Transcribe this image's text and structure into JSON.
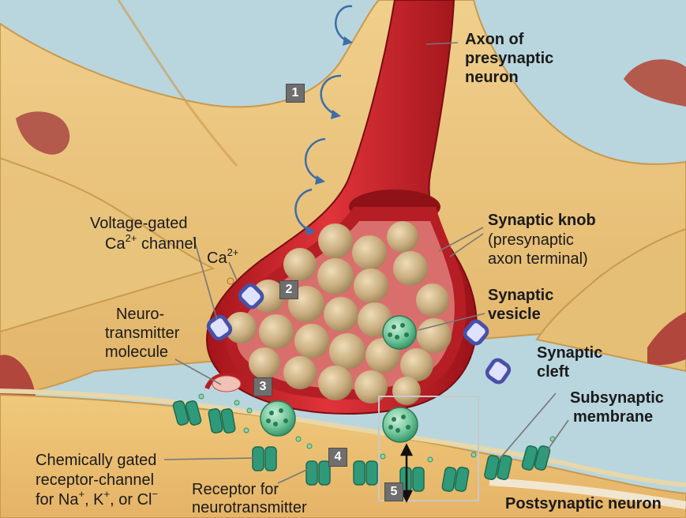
{
  "labels": {
    "axon": [
      "Axon of",
      "presynaptic",
      "neuron"
    ],
    "vg_channel": {
      "line1": "Voltage-gated",
      "line2_pre": "Ca",
      "line2_sup": "2+",
      "line2_post": " channel"
    },
    "ca_ion": {
      "base": "Ca",
      "sup": "2+"
    },
    "neurotransmitter": [
      "Neuro-",
      "transmitter",
      "molecule"
    ],
    "synaptic_knob_title": "Synaptic knob",
    "synaptic_knob_sub": [
      "(presynaptic",
      "axon terminal)"
    ],
    "synaptic_vesicle": [
      "Synaptic",
      "vesicle"
    ],
    "synaptic_cleft": [
      "Synaptic",
      "cleft"
    ],
    "subsynaptic": [
      "Subsynaptic",
      "membrane"
    ],
    "chem_gated": {
      "line1": "Chemically gated",
      "line2": "receptor-channel",
      "line3_a": "for Na",
      "sup_na": "+",
      "line3_b": ", K",
      "sup_k": "+",
      "line3_c": ", or Cl",
      "sup_cl": "−"
    },
    "receptor": [
      "Receptor for",
      "neurotransmitter"
    ],
    "postsynaptic": "Postsynaptic neuron"
  },
  "steps": [
    "1",
    "2",
    "3",
    "4",
    "5"
  ],
  "colors": {
    "background": "#b9d6df",
    "neuron_body": "#e9c47d",
    "neuron_edge": "#c99a4d",
    "axon": "#c8232a",
    "axon_dark": "#8e1218",
    "vesicle": "#c7ad7f",
    "nt_vesicle": "#4fb587",
    "channel": "#2f9a79",
    "vg_channel": "#4850a8"
  }
}
